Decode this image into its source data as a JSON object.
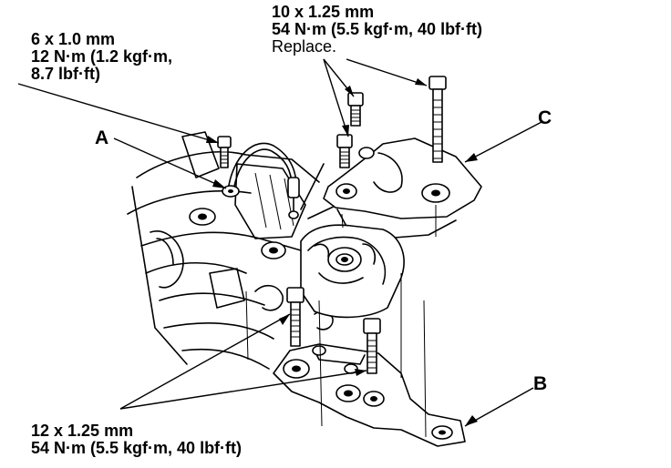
{
  "callouts": {
    "a": "A",
    "b": "B",
    "c": "C"
  },
  "spec_small_bolt": {
    "size": "6 x 1.0 mm",
    "torque_line1": "12 N·m (1.2 kgf·m,",
    "torque_line2": "8.7 lbf·ft)"
  },
  "spec_upper_bolts": {
    "size": "10 x 1.25 mm",
    "torque": "54 N·m (5.5 kgf·m, 40 lbf·ft)",
    "note": "Replace."
  },
  "spec_lower_bolts": {
    "size": "12 x 1.25 mm",
    "torque": "54 N·m (5.5 kgf·m, 40 lbf·ft)"
  }
}
